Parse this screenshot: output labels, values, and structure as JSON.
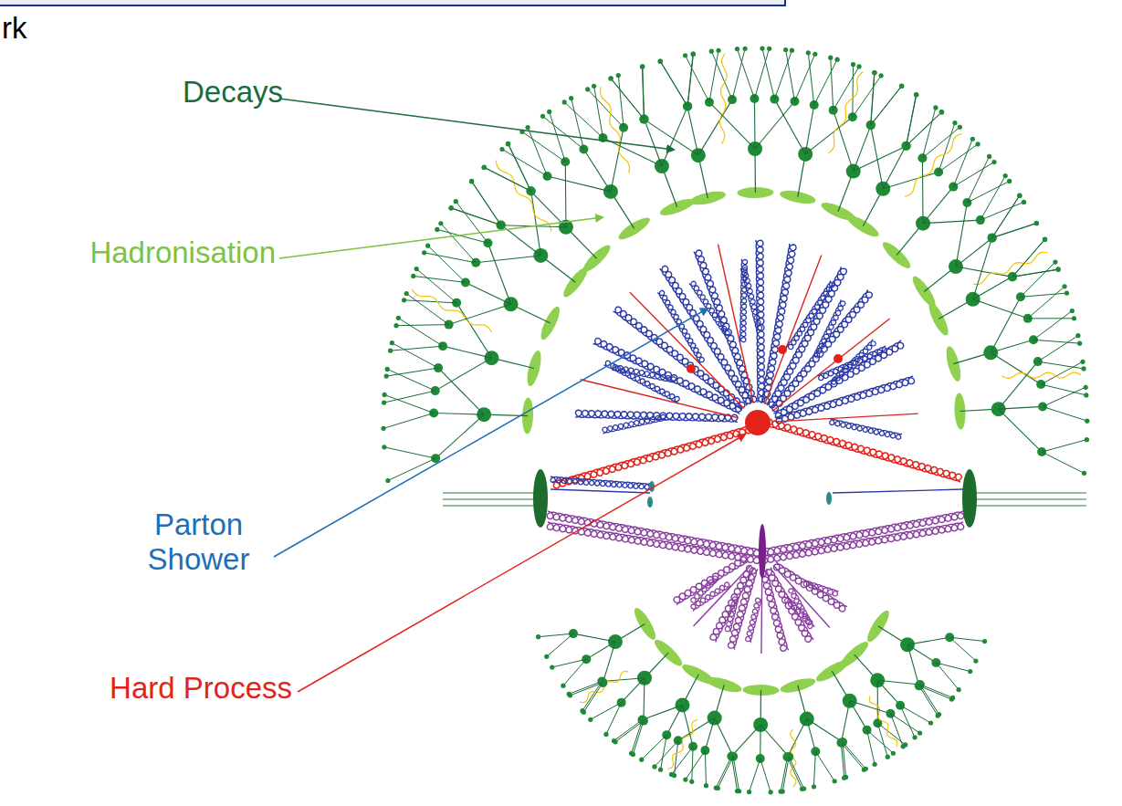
{
  "diagram": {
    "labels": [
      "rk",
      "Decays",
      "Hadronisation",
      "Parton Shower",
      "Hard Process"
    ]
  }
}
